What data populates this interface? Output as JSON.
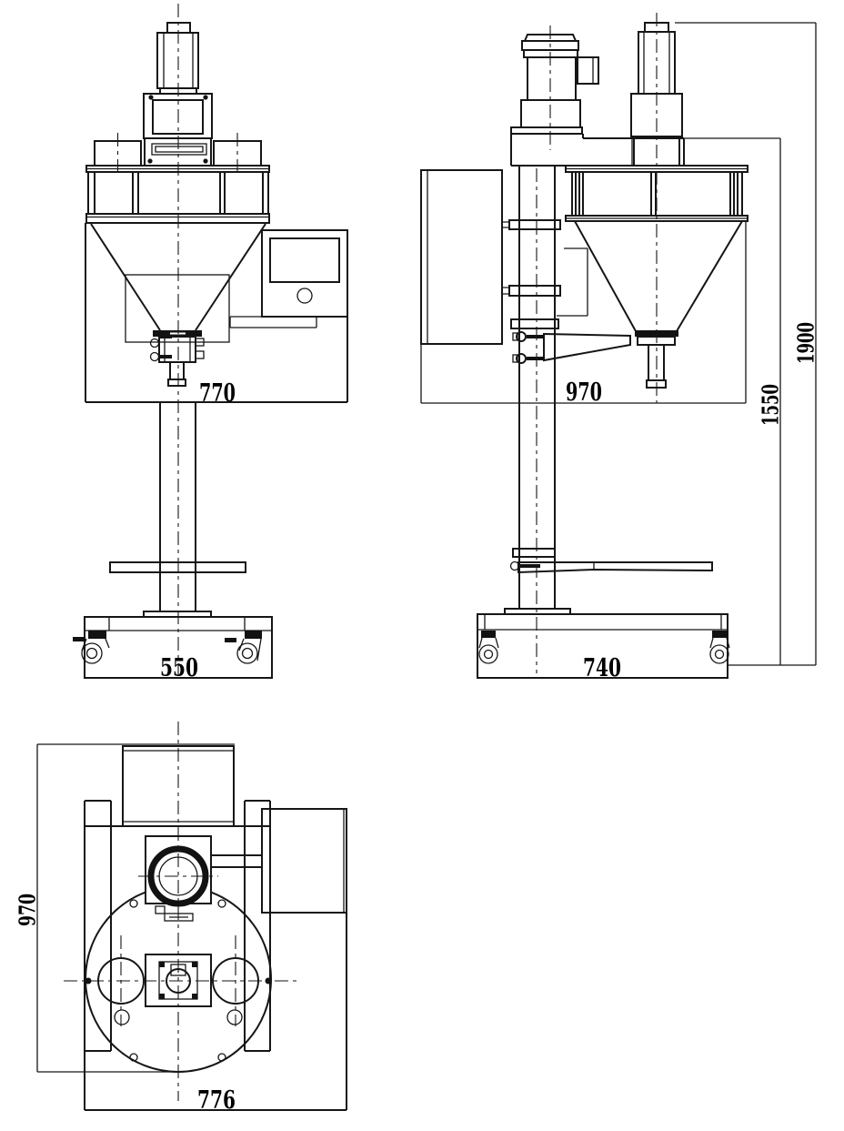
{
  "drawing": {
    "background": "#ffffff",
    "line_color": "#161616",
    "text_color": "#000000",
    "views": [
      "front-view",
      "side-view",
      "top-view"
    ],
    "dimensions": {
      "front_body_width": "770",
      "front_base_width": "550",
      "side_body_depth": "970",
      "side_base_depth": "740",
      "side_frame_height": "1550",
      "side_overall_height": "1900",
      "top_depth": "970",
      "top_overall_width": "776"
    }
  }
}
